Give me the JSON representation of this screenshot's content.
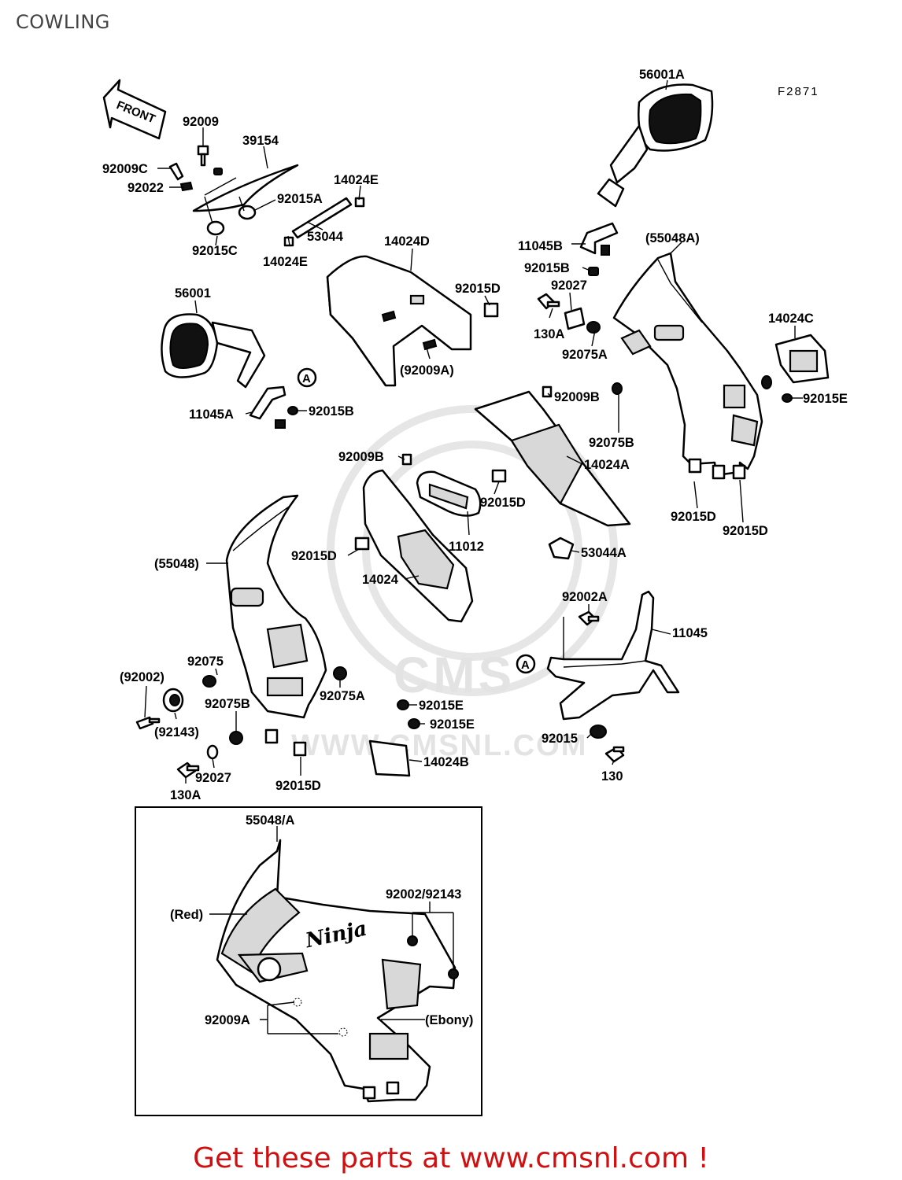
{
  "header": {
    "title": "COWLING"
  },
  "diagram": {
    "code": "F2871",
    "front_label": "FRONT",
    "callout": "A",
    "watermark_brand": "CMS",
    "watermark_url": "WWW.CMSNL.COM",
    "ninja_script": "Ninja",
    "labels": {
      "p56001A": "56001A",
      "p92009": "92009",
      "p39154": "39154",
      "p92009C": "92009C",
      "p92022": "92022",
      "p14024E_a": "14024E",
      "p92015A": "92015A",
      "p53044": "53044",
      "p92015C": "92015C",
      "p14024E_b": "14024E",
      "p14024D": "14024D",
      "p11045B": "11045B",
      "p55048A": "(55048A)",
      "p92015B_a": "92015B",
      "p92027_a": "92027",
      "p92015D_a": "92015D",
      "p56001": "56001",
      "p130A_a": "130A",
      "p14024C": "14024C",
      "p92075A_a": "92075A",
      "p92009A_a": "(92009A)",
      "p92009B_a": "92009B",
      "p92015E_a": "92015E",
      "p11045A": "11045A",
      "p92015B_b": "92015B",
      "p92075B_a": "92075B",
      "p92009B_b": "92009B",
      "p14024A": "14024A",
      "p92015D_b": "92015D",
      "p92015D_c": "92015D",
      "p92015D_d": "92015D",
      "p11012": "11012",
      "p55048": "(55048)",
      "p92015D_e": "92015D",
      "p53044A": "53044A",
      "p14024": "14024",
      "p92002A": "92002A",
      "p11045": "11045",
      "p92075": "92075",
      "p92002": "(92002)",
      "p92075B_b": "92075B",
      "p92075A_b": "92075A",
      "p92015E_b": "92015E",
      "p92015E_c": "92015E",
      "p92143": "(92143)",
      "p92015": "92015",
      "p14024B": "14024B",
      "p92027_b": "92027",
      "p92015D_f": "92015D",
      "p130": "130",
      "p130A_b": "130A"
    },
    "inset": {
      "part": "55048/A",
      "fastener": "92002/92143",
      "color_top": "(Red)",
      "clip": "92009A",
      "color_bottom": "(Ebony)"
    }
  },
  "footer": {
    "promo": "Get these parts at www.cmsnl.com !"
  },
  "colors": {
    "promo": "#d01010",
    "line": "#000000",
    "watermark": "#e3e3e3"
  }
}
